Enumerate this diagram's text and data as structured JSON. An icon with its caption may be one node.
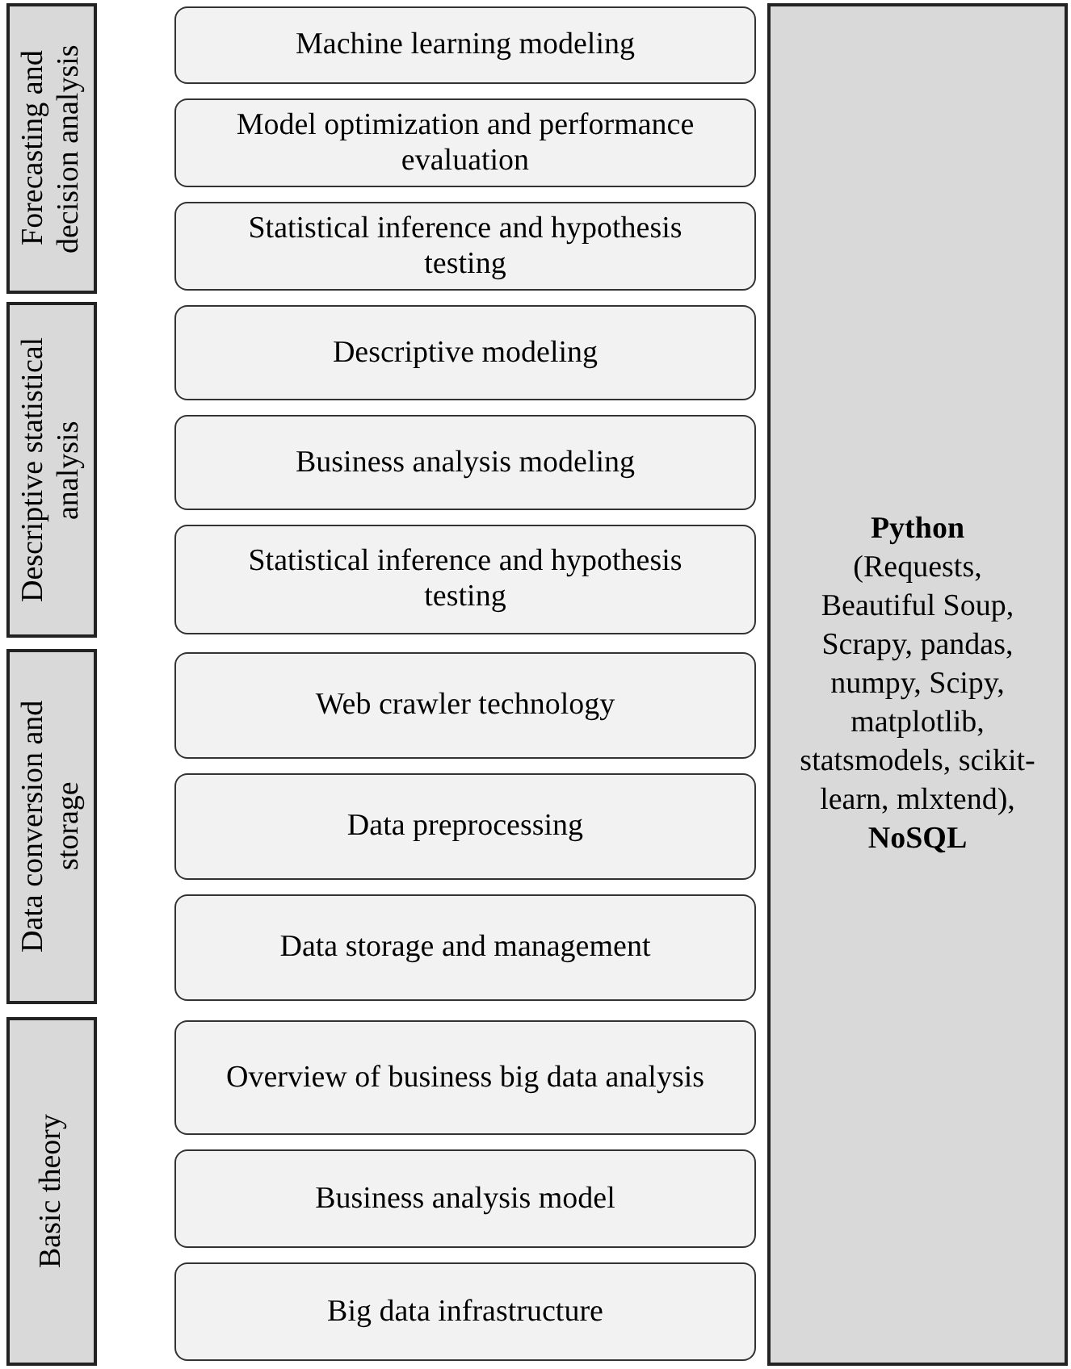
{
  "diagram": {
    "nodes": [
      {
        "text": [
          "Forecasting and decision analysis"
        ]
      },
      {
        "text": [
          "Machine learning modeling"
        ]
      },
      {
        "text": [
          "Model optimization and performance evaluation"
        ]
      },
      {
        "text": [
          "Statistical inference and hypothesis testing"
        ]
      },
      {
        "text": [
          "Descriptive statistical analysis"
        ]
      },
      {
        "text": [
          "Descriptive modeling"
        ]
      },
      {
        "text": [
          "Business analysis modeling"
        ]
      },
      {
        "text": [
          "Statistical inference and hypothesis testing"
        ]
      },
      {
        "text": [
          "Data conversion and storage"
        ]
      },
      {
        "text": [
          "Web crawler technology"
        ]
      },
      {
        "text": [
          "Data preprocessing"
        ]
      },
      {
        "text": [
          "Data storage and management"
        ]
      },
      {
        "text": [
          "Basic theory"
        ]
      },
      {
        "text": [
          "Overview of business big data analysis"
        ]
      },
      {
        "text": [
          "Business analysis model"
        ]
      },
      {
        "text": [
          "Big data infrastructure"
        ]
      },
      {
        "text": [
          "Python",
          "(Requests, Beautiful Soup, Scrapy, pandas, numpy, Scipy, matplotlib, statsmodels, scikit-learn, mlxtend),",
          "NoSQL"
        ]
      }
    ]
  }
}
